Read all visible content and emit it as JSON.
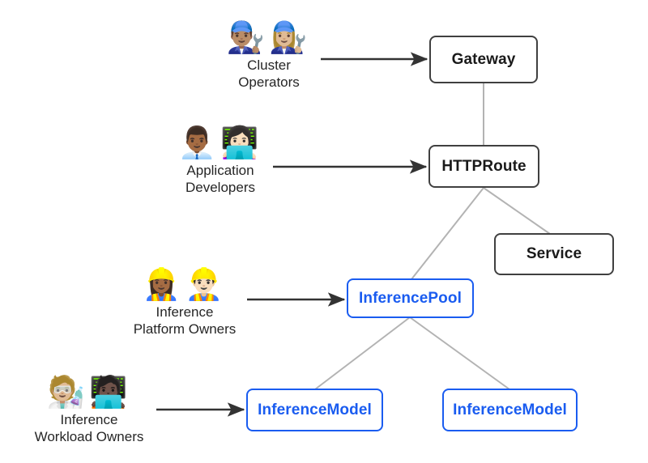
{
  "diagram": {
    "title": "Gateway API Inference Extension resource and persona diagram",
    "background_color": "#ffffff",
    "colors": {
      "core_border": "#404040",
      "core_text": "#1a1a1a",
      "inference_border": "#1a5cf0",
      "inference_text": "#1a5cf0",
      "edge_line": "#b3b3b3",
      "arrow": "#333333"
    }
  },
  "nodes": [
    {
      "id": "gateway",
      "label": "Gateway",
      "kind": "core"
    },
    {
      "id": "httproute",
      "label": "HTTPRoute",
      "kind": "core"
    },
    {
      "id": "service",
      "label": "Service",
      "kind": "core"
    },
    {
      "id": "inferencepool",
      "label": "InferencePool",
      "kind": "inference"
    },
    {
      "id": "inferencemodel-1",
      "label": "InferenceModel",
      "kind": "inference"
    },
    {
      "id": "inferencemodel-2",
      "label": "InferenceModel",
      "kind": "inference"
    }
  ],
  "personas": [
    {
      "id": "cluster-operators",
      "label": "Cluster\nOperators",
      "emoji": "👨🏽‍🔧👩🏼‍🔧",
      "icon_names": [
        "man-mechanic-icon",
        "woman-mechanic-icon"
      ],
      "targets": "gateway"
    },
    {
      "id": "application-developers",
      "label": "Application\nDevelopers",
      "emoji": "👨🏾‍💼👩🏻‍💻",
      "icon_names": [
        "man-office-worker-icon",
        "woman-technologist-icon"
      ],
      "targets": "httproute"
    },
    {
      "id": "inference-platform-owners",
      "label": "Inference\nPlatform Owners",
      "emoji": "👷🏾‍♀️👷🏻‍♂️",
      "icon_names": [
        "woman-construction-worker-icon",
        "man-construction-worker-icon"
      ],
      "targets": "inferencepool"
    },
    {
      "id": "inference-workload-owners",
      "label": "Inference\nWorkload Owners",
      "emoji": "🧑🏼‍🔬🧑🏿‍💻",
      "icon_names": [
        "scientist-icon",
        "technologist-icon"
      ],
      "targets": "inferencemodel-1"
    }
  ],
  "edges": [
    {
      "id": "gateway-httproute",
      "from": "gateway",
      "to": "httproute",
      "style": "plain"
    },
    {
      "id": "httproute-inferencepool",
      "from": "httproute",
      "to": "inferencepool",
      "style": "plain"
    },
    {
      "id": "httproute-service",
      "from": "httproute",
      "to": "service",
      "style": "plain"
    },
    {
      "id": "inferencepool-inferencemodel-1",
      "from": "inferencepool",
      "to": "inferencemodel-1",
      "style": "plain"
    },
    {
      "id": "inferencepool-inferencemodel-2",
      "from": "inferencepool",
      "to": "inferencemodel-2",
      "style": "plain"
    }
  ],
  "arrows": [
    {
      "id": "arrow-cluster-operators-gateway",
      "label": ""
    },
    {
      "id": "arrow-application-developers-httproute",
      "label": ""
    },
    {
      "id": "arrow-inference-platform-owners-inferencepool",
      "label": ""
    },
    {
      "id": "arrow-inference-workload-owners-inferencemodel",
      "label": ""
    }
  ]
}
